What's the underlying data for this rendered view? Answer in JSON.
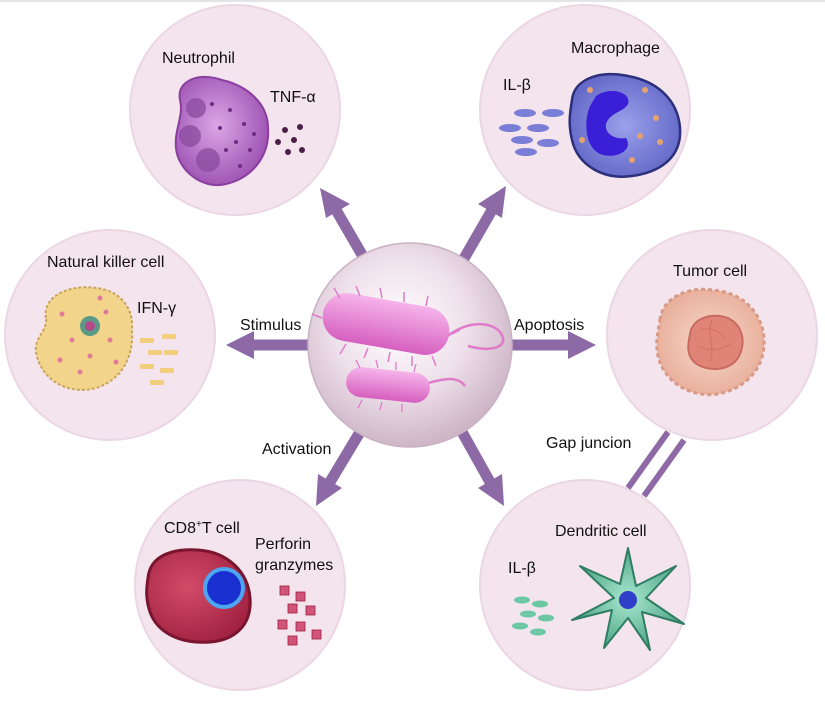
{
  "colors": {
    "background": "#ffffff",
    "circle_fill": "#f3e4ee",
    "circle_stroke": "#ebd6e3",
    "arrow": "#8d6aa6",
    "bacteria": "#e07bcb",
    "neutrophil": "#a25bb6",
    "macrophage": "#5a5fc3",
    "nk_cell": "#f2d48a",
    "tumor_cell": "#efb8a4",
    "cd8_cell": "#b32b4c",
    "dendritic_cell": "#47a888"
  },
  "center": {
    "label": "bacteria-sphere"
  },
  "cells": {
    "neutrophil": {
      "name": "Neutrophil",
      "factor": "TNF-α"
    },
    "macrophage": {
      "name": "Macrophage",
      "factor": "IL-β"
    },
    "nk": {
      "name": "Natural killer cell",
      "factor": "IFN-γ"
    },
    "tumor": {
      "name": "Tumor cell"
    },
    "cd8": {
      "name_main": "CD8",
      "name_sup": "+",
      "name_rest": "T cell",
      "factor_line1": "Perforin",
      "factor_line2": "granzymes"
    },
    "dendritic": {
      "name": "Dendritic cell",
      "factor": "IL-β"
    }
  },
  "arrows": {
    "stimulus": "Stimulus",
    "apoptosis": "Apoptosis",
    "activation": "Activation",
    "gap_junction": "Gap juncion"
  }
}
